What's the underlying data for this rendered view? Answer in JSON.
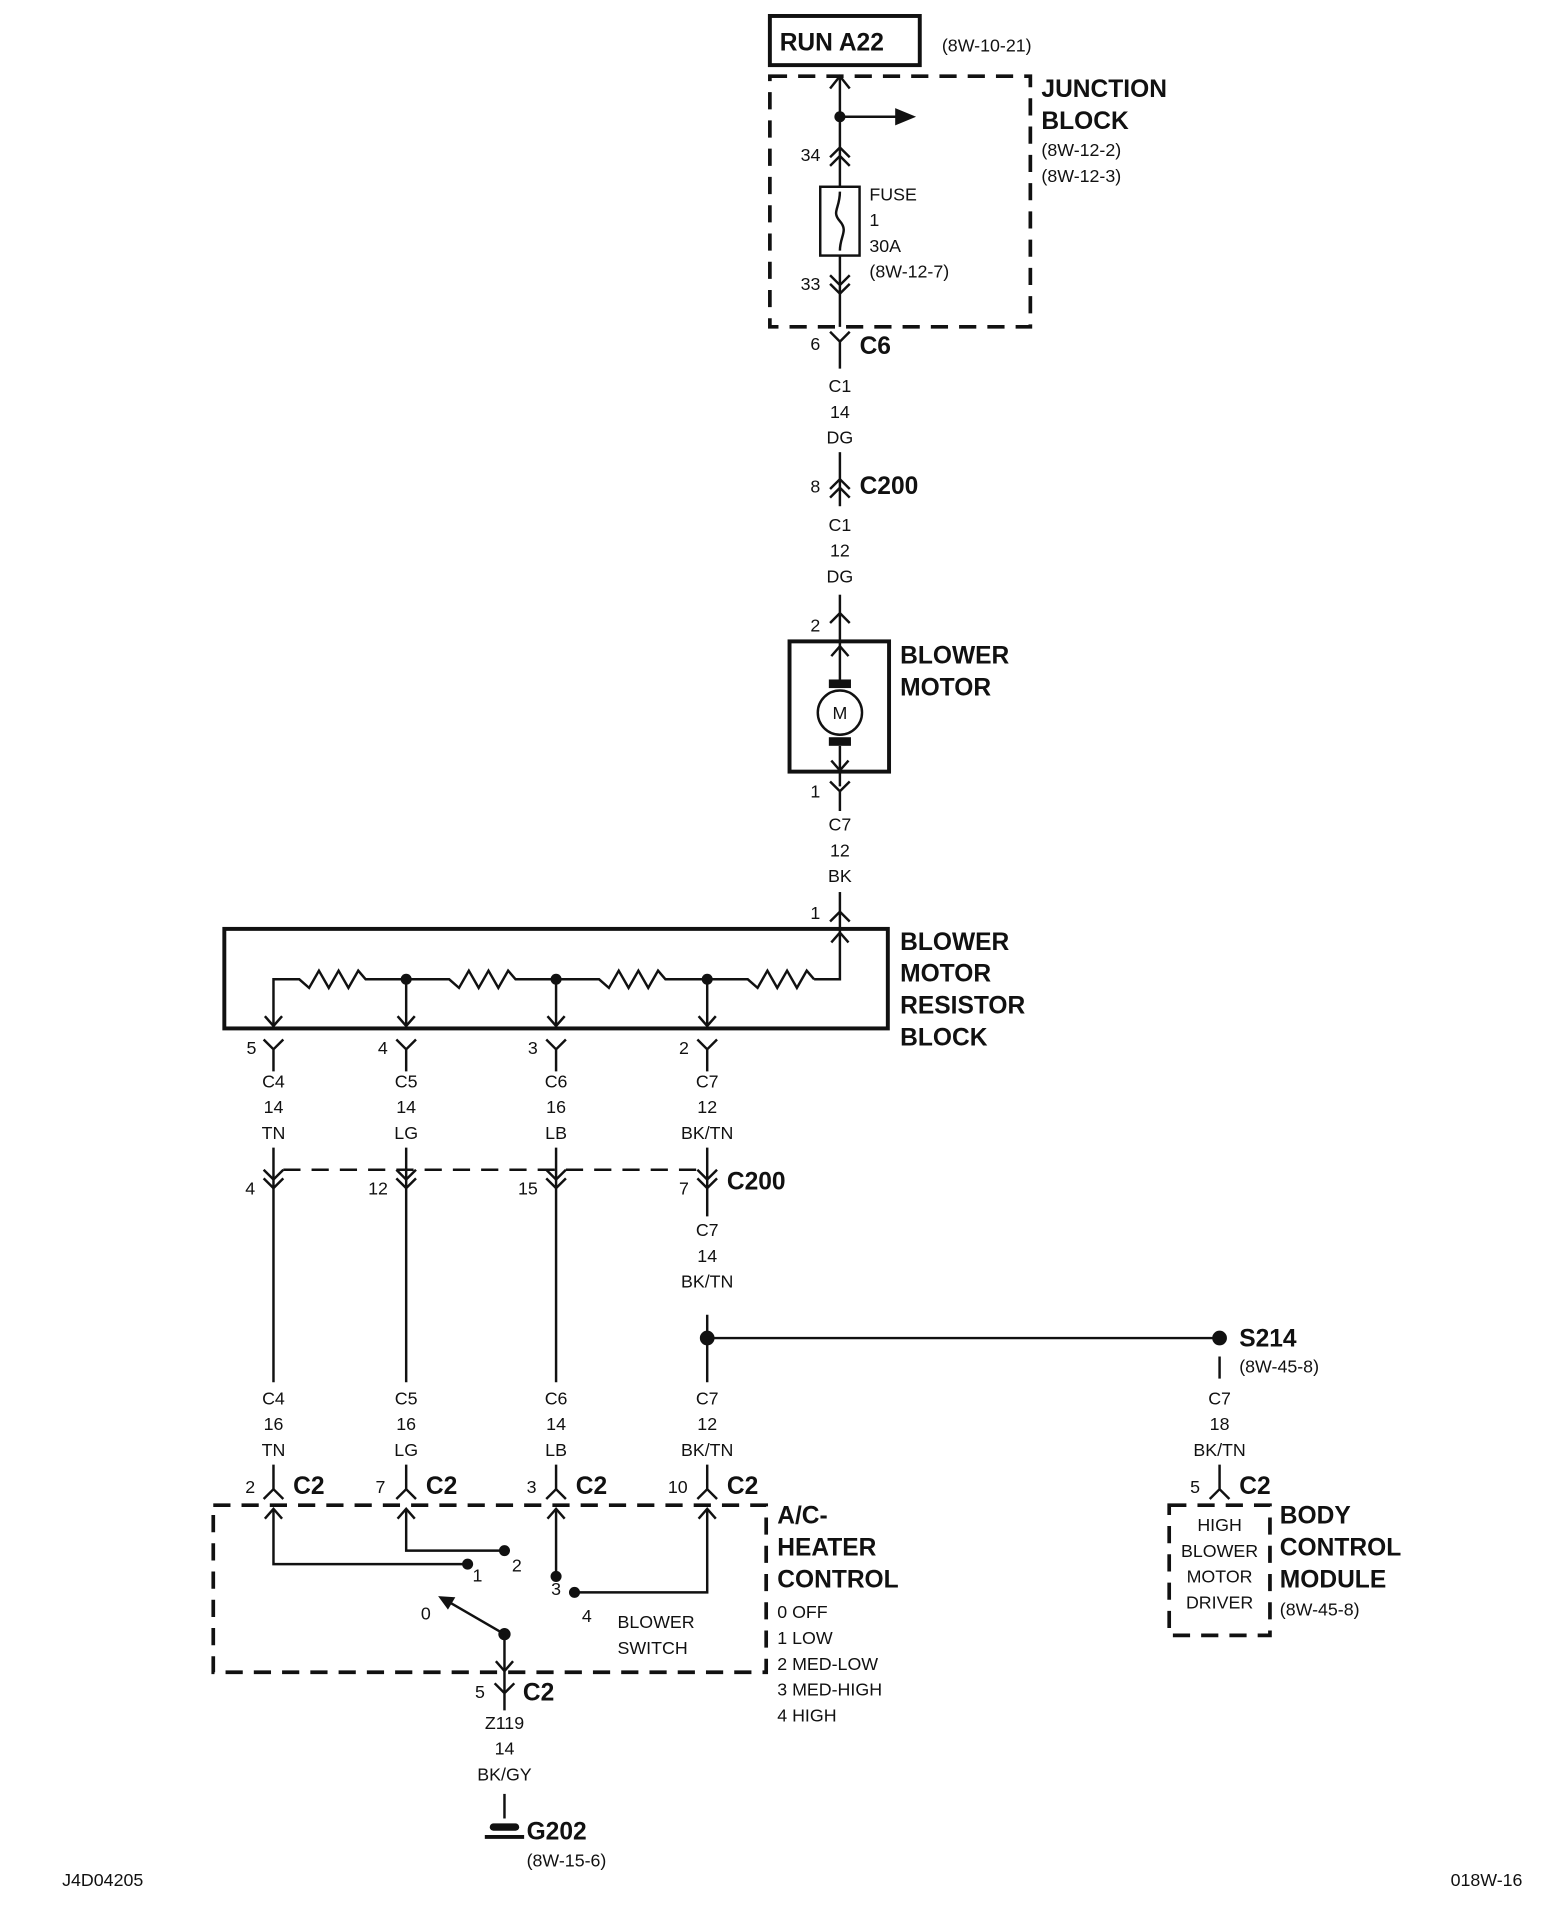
{
  "header": {
    "run": "RUN A22",
    "run_ref": "(8W-10-21)"
  },
  "junction_block": {
    "name": [
      "JUNCTION",
      "BLOCK"
    ],
    "refs": [
      "(8W-12-2)",
      "(8W-12-3)"
    ],
    "pin_in": "34",
    "pin_out": "33",
    "fuse": [
      "FUSE",
      "1",
      "30A",
      "(8W-12-7)"
    ],
    "conn_pin": "6",
    "conn": "C6"
  },
  "wire_c1_a": [
    "C1",
    "14",
    "DG"
  ],
  "c200_top": {
    "pin": "8",
    "name": "C200"
  },
  "wire_c1_b": [
    "C1",
    "12",
    "DG"
  ],
  "blower_motor": {
    "pin_top": "2",
    "name": [
      "BLOWER",
      "MOTOR"
    ],
    "symbol": "M",
    "pin_bottom": "1"
  },
  "wire_c7_a": [
    "C7",
    "12",
    "BK"
  ],
  "resistor_block": {
    "pin_in": "1",
    "name": [
      "BLOWER",
      "MOTOR",
      "RESISTOR",
      "BLOCK"
    ],
    "pins": [
      "5",
      "4",
      "3",
      "2"
    ]
  },
  "upper_wires": [
    [
      "C4",
      "14",
      "TN"
    ],
    [
      "C5",
      "14",
      "LG"
    ],
    [
      "C6",
      "16",
      "LB"
    ],
    [
      "C7",
      "12",
      "BK/TN"
    ]
  ],
  "c200_mid": {
    "pins": [
      "4",
      "12",
      "15",
      "7"
    ],
    "name": "C200"
  },
  "wire_c7_b": [
    "C7",
    "14",
    "BK/TN"
  ],
  "splice": {
    "name": "S214",
    "ref": "(8W-45-8)"
  },
  "wire_c7_bcm": [
    "C7",
    "18",
    "BK/TN"
  ],
  "lower_wires": [
    [
      "C4",
      "16",
      "TN"
    ],
    [
      "C5",
      "16",
      "LG"
    ],
    [
      "C6",
      "14",
      "LB"
    ],
    [
      "C7",
      "12",
      "BK/TN"
    ]
  ],
  "hvac_control": {
    "pins": [
      "2",
      "7",
      "3",
      "10"
    ],
    "conn": "C2",
    "name": [
      "A/C-",
      "HEATER",
      "CONTROL"
    ],
    "modes": [
      "0 OFF",
      "1 LOW",
      "2 MED-LOW",
      "3 MED-HIGH",
      "4 HIGH"
    ],
    "switch_positions": [
      "0",
      "1",
      "2",
      "3",
      "4"
    ],
    "switch_label": [
      "BLOWER",
      "SWITCH"
    ],
    "ground_pin": "5",
    "ground_conn": "C2"
  },
  "ground_wire": [
    "Z119",
    "14",
    "BK/GY"
  ],
  "ground": {
    "name": "G202",
    "ref": "(8W-15-6)"
  },
  "bcm": {
    "pin": "5",
    "conn": "C2",
    "driver": [
      "HIGH",
      "BLOWER",
      "MOTOR",
      "DRIVER"
    ],
    "name": [
      "BODY",
      "CONTROL",
      "MODULE"
    ],
    "ref": "(8W-45-8)"
  },
  "footer": {
    "left": "J4D04205",
    "right": "018W-16"
  }
}
